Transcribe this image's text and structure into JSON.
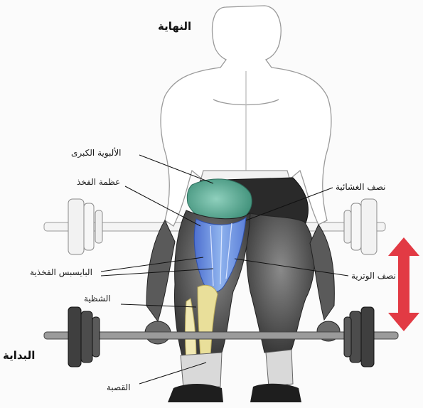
{
  "phases": {
    "finish": "النهاية",
    "start": "البداية"
  },
  "labels": {
    "gluteus_maximus": "الألبوية الكبرى",
    "femur": "عظمة الفخذ",
    "biceps_femoris": "البايسبس الفخذية",
    "fibula": "الشظية",
    "tibia": "القصبة",
    "semimembranosus": "نصف الغشائية",
    "semitendinosus": "نصف الوترية"
  },
  "colors": {
    "gluteus": "#5fb39a",
    "hamstrings": "#6d87d6",
    "bone": "#e9df9a",
    "arrow": "#e23a44",
    "shorts": "#2a2a2a",
    "muscle_dark": "#4b4b4b"
  },
  "icons": [
    "up-down-arrow-icon"
  ]
}
